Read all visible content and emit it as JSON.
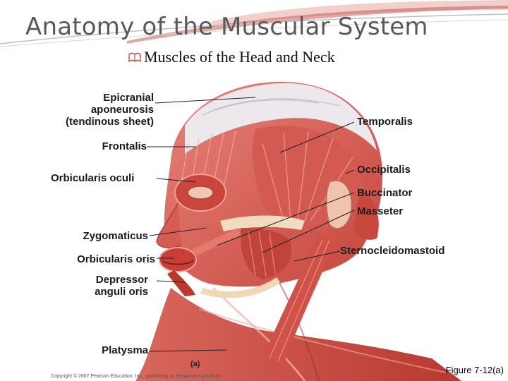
{
  "slide": {
    "title": "Anatomy of the Muscular System",
    "subtitle": "Muscles of the Head and Neck",
    "figure_caption": "Figure 7-12(a)",
    "accent_color": "#c0504d",
    "bullet_icon": "book-bullet-icon"
  },
  "figure": {
    "panel_tag": "(a)",
    "copyright": "Copyright © 2007 Pearson Education, Inc., publishing as Benjamin Cummings",
    "labels_left": {
      "epicranial_1": "Epicranial",
      "epicranial_2": "aponeurosis",
      "epicranial_3": "(tendinous sheet)",
      "frontalis": "Frontalis",
      "orbicularis_oculi": "Orbicularis oculi",
      "zygomaticus": "Zygomaticus",
      "orbicularis_oris": "Orbicularis oris",
      "depressor_1": "Depressor",
      "depressor_2": "anguli oris",
      "platysma": "Platysma"
    },
    "labels_right": {
      "temporalis": "Temporalis",
      "occipitalis": "Occipitalis",
      "buccinator": "Buccinator",
      "masseter": "Masseter",
      "sternocleidomastoid": "Sternocleidomastoid"
    }
  }
}
